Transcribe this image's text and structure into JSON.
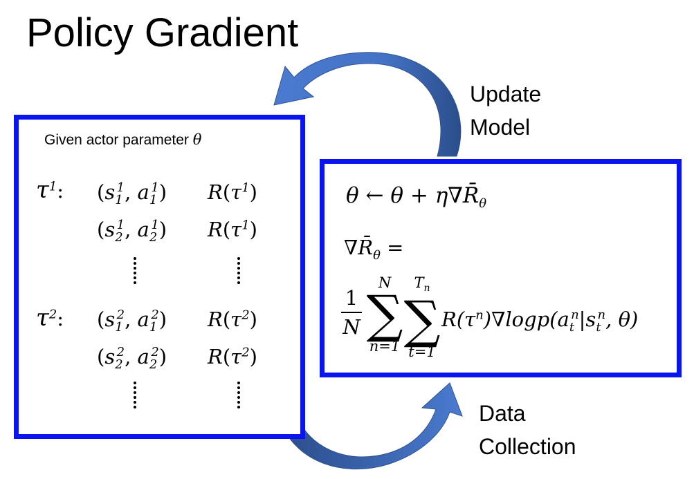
{
  "title": "Policy Gradient",
  "labels": {
    "update_line1": "Update",
    "update_line2": "Model",
    "data_line1": "Data",
    "data_line2": "Collection"
  },
  "actor_box": {
    "heading_text": "Given actor parameter",
    "heading_symbol": "θ",
    "trajectory_labels": [
      "τ",
      "τ"
    ],
    "trajectory_superscripts": [
      "1",
      "2"
    ],
    "colon": ":",
    "rows": [
      {
        "s_sub": "1",
        "s_sup": "1",
        "a_sub": "1",
        "a_sup": "1",
        "reward_sup": "1"
      },
      {
        "s_sub": "2",
        "s_sup": "1",
        "a_sub": "2",
        "a_sup": "1",
        "reward_sup": "1"
      },
      {
        "s_sub": "1",
        "s_sup": "2",
        "a_sub": "1",
        "a_sup": "2",
        "reward_sup": "2"
      },
      {
        "s_sub": "2",
        "s_sup": "2",
        "a_sub": "2",
        "a_sup": "2",
        "reward_sup": "2"
      }
    ]
  },
  "update_box": {
    "rule": "θ ← θ + η∇R̄",
    "rule_sub": "θ",
    "grad_lhs": "∇R̄",
    "grad_lhs_sub": "θ",
    "equals": "=",
    "frac_num": "1",
    "frac_den": "N",
    "sum_symbol": "∑",
    "sum1_upper": "N",
    "sum1_lower": "n=1",
    "sum2_upper": "T",
    "sum2_upper_sub": "n",
    "sum2_lower": "t=1",
    "term": "R(τ",
    "term_sup": "n",
    "term_rest": ")∇logp(a",
    "a_sub": "t",
    "a_sup": "n",
    "bar_s": "|s",
    "s_sub": "t",
    "s_sup": "n",
    "tail": ", θ)"
  },
  "colors": {
    "box_border": "#0a14ee",
    "arrow_fill": "#4472c4",
    "arrow_dark": "#2f528f"
  }
}
